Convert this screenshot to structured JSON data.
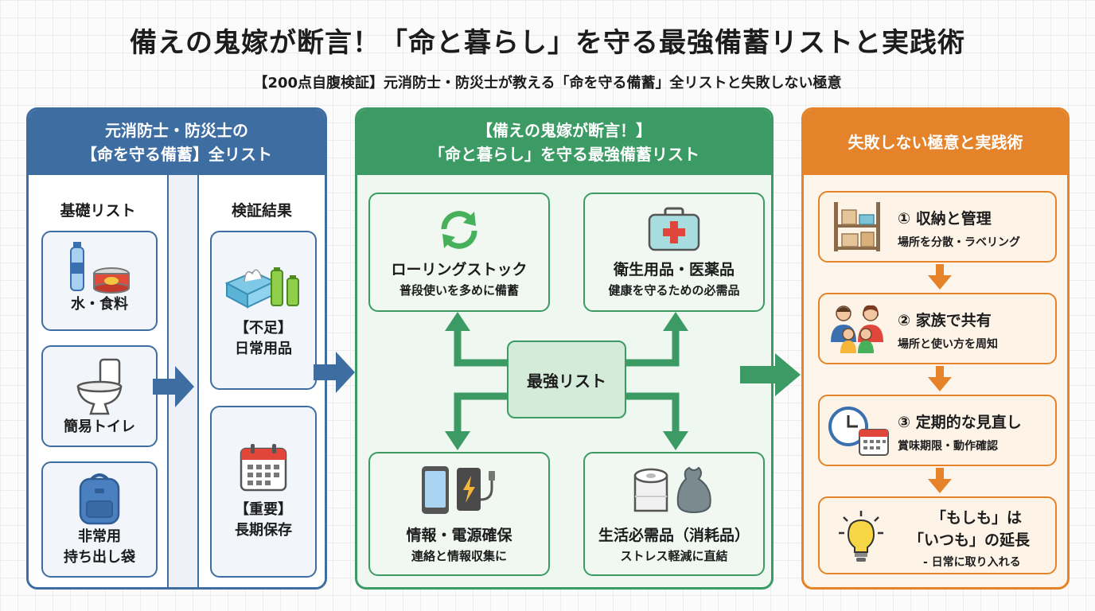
{
  "title": "備えの鬼嫁が断言！「命と暮らし」を守る最強備蓄リストと実践術",
  "subtitle": "【200点自腹検証】元消防士・防災士が教える「命を守る備蓄」全リストと失敗しない極意",
  "left_panel": {
    "header_line1": "元消防士・防災士の",
    "header_line2": "【命を守る備蓄】全リスト",
    "basic": {
      "heading": "基礎リスト",
      "items": [
        {
          "label": "水・食料",
          "icon": "water-food-icon"
        },
        {
          "label": "簡易トイレ",
          "icon": "toilet-icon"
        },
        {
          "label_line1": "非常用",
          "label_line2": "持ち出し袋",
          "icon": "backpack-icon"
        }
      ]
    },
    "verify": {
      "heading": "検証結果",
      "items": [
        {
          "label_line1": "【不足】",
          "label_line2": "日常用品",
          "icon": "tissue-battery-icon"
        },
        {
          "label_line1": "【重要】",
          "label_line2": "長期保存",
          "icon": "calendar-icon"
        }
      ]
    }
  },
  "middle_panel": {
    "header_line1": "【備えの鬼嫁が断言！】",
    "header_line2": "「命と暮らし」を守る最強備蓄リスト",
    "center": "最強リスト",
    "cards": [
      {
        "title": "ローリングストック",
        "sub": "普段使いを多めに備蓄",
        "icon": "recycle-icon"
      },
      {
        "title": "衛生用品・医薬品",
        "sub": "健康を守るための必需品",
        "icon": "first-aid-kit-icon"
      },
      {
        "title": "情報・電源確保",
        "sub": "連絡と情報収集に",
        "icon": "phone-powerbank-icon"
      },
      {
        "title": "生活必需品（消耗品）",
        "sub": "ストレス軽減に直結",
        "icon": "toilet-paper-bag-icon"
      }
    ]
  },
  "right_panel": {
    "header": "失敗しない極意と実践術",
    "cards": [
      {
        "title": "① 収納と管理",
        "sub": "場所を分散・ラベリング",
        "icon": "shelf-icon"
      },
      {
        "title": "② 家族で共有",
        "sub": "場所と使い方を周知",
        "icon": "family-icon"
      },
      {
        "title": "③ 定期的な見直し",
        "sub": "賞味期限・動作確認",
        "icon": "clock-calendar-icon"
      },
      {
        "title_line1": "「もしも」は",
        "title_line2": "「いつも」の延長",
        "sub": "- 日常に取り入れる",
        "icon": "lightbulb-icon"
      }
    ]
  },
  "colors": {
    "blue": "#3d6da1",
    "green": "#3c9b64",
    "orange": "#e4832a"
  }
}
